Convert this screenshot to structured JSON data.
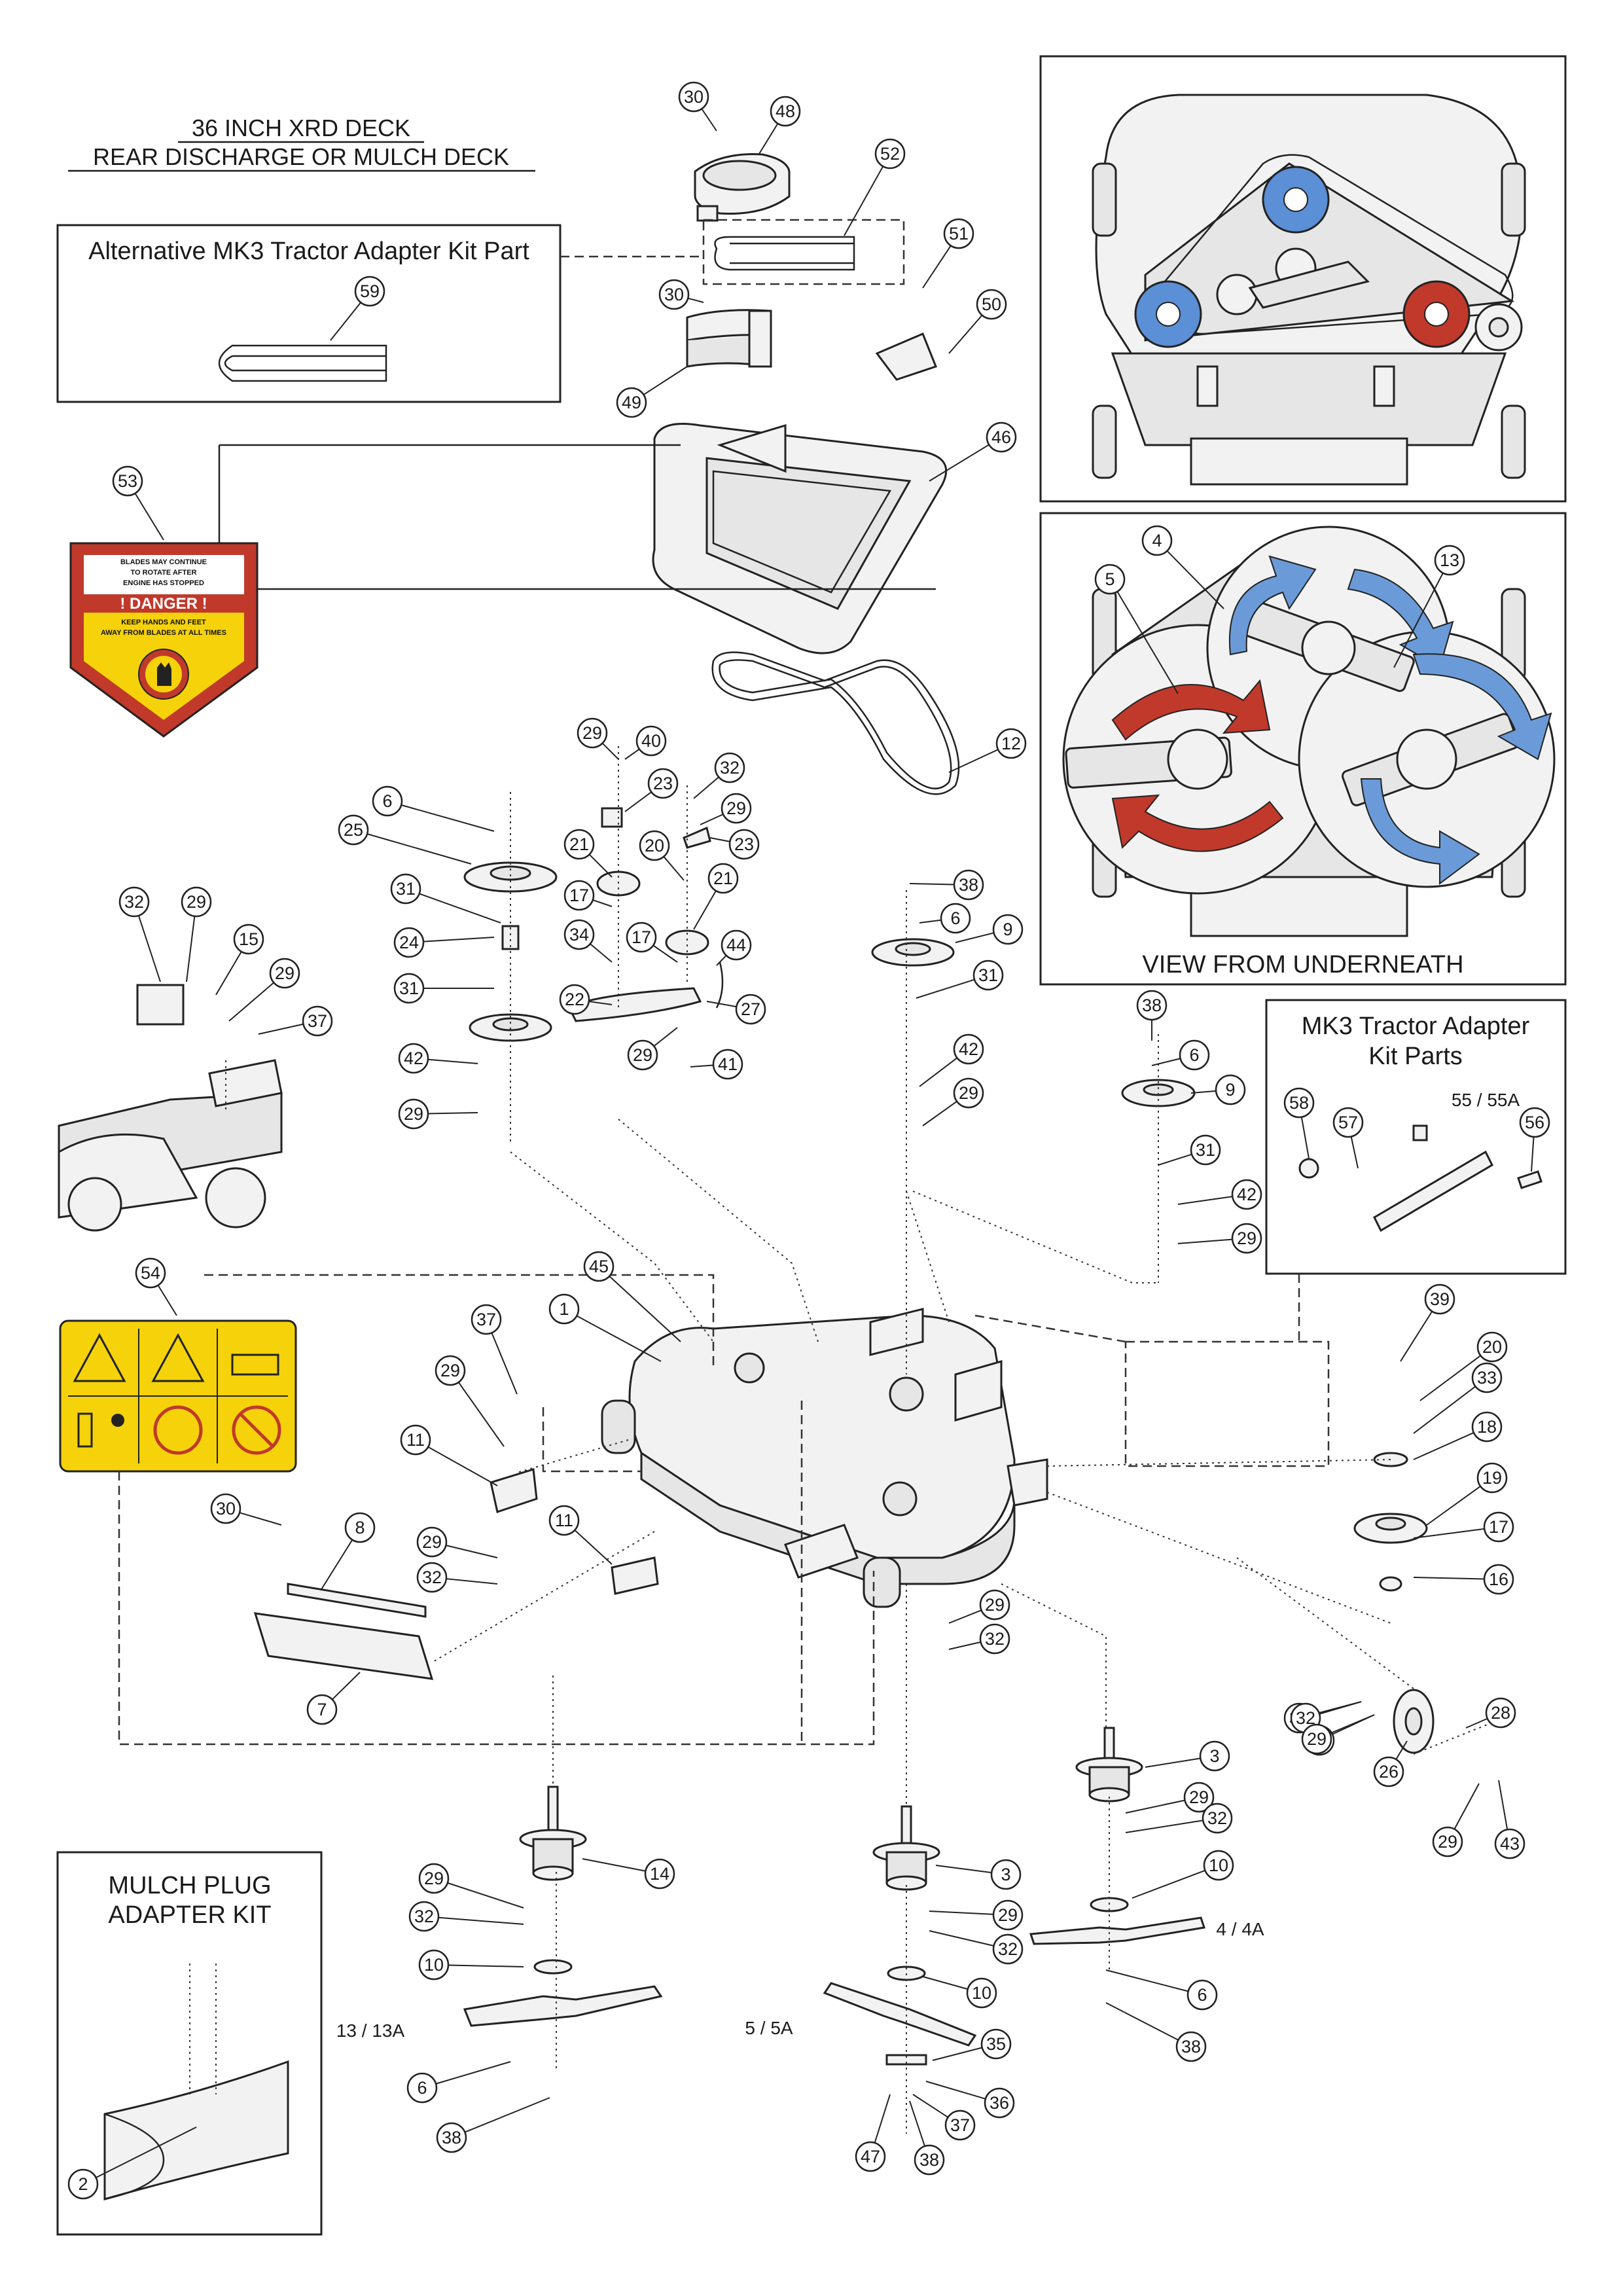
{
  "title": {
    "line1": "36 INCH XRD DECK",
    "line2": "REAR DISCHARGE OR MULCH DECK"
  },
  "boxes": {
    "alt_kit": "Alternative MK3 Tractor Adapter Kit Part",
    "view_underneath": "VIEW FROM UNDERNEATH",
    "mk3_line1": "MK3 Tractor Adapter",
    "mk3_line2": "Kit Parts",
    "mulch_line1": "MULCH PLUG",
    "mulch_line2": "ADAPTER KIT"
  },
  "danger_decal": {
    "line1": "BLADES MAY CONTINUE",
    "line2": "TO ROTATE AFTER",
    "line3": "ENGINE HAS STOPPED",
    "heading": "! DANGER !",
    "line4": "KEEP HANDS AND FEET",
    "line5": "AWAY FROM BLADES AT ALL TIMES"
  },
  "colors": {
    "pulley_blue": "#5b8fd6",
    "pulley_red": "#c0392b",
    "arrow_blue": "#6a9bd8",
    "arrow_red": "#c0392b",
    "decal_yellow": "#f5d20a",
    "decal_red": "#c0392b"
  },
  "plain_labels": {
    "blade_13": "13 / 13A",
    "blade_5": "5 / 5A",
    "blade_4": "4 / 4A",
    "bar_55": "55 / 55A"
  },
  "callouts": [
    {
      "id": "c30a",
      "num": "30"
    },
    {
      "id": "c48",
      "num": "48"
    },
    {
      "id": "c52",
      "num": "52"
    },
    {
      "id": "c51",
      "num": "51"
    },
    {
      "id": "c30b",
      "num": "30"
    },
    {
      "id": "c50",
      "num": "50"
    },
    {
      "id": "c49",
      "num": "49"
    },
    {
      "id": "c59",
      "num": "59"
    },
    {
      "id": "c46",
      "num": "46"
    },
    {
      "id": "c53",
      "num": "53"
    },
    {
      "id": "c12",
      "num": "12"
    },
    {
      "id": "c4",
      "num": "4"
    },
    {
      "id": "c5",
      "num": "5"
    },
    {
      "id": "c13",
      "num": "13"
    },
    {
      "id": "c29a",
      "num": "29"
    },
    {
      "id": "c40",
      "num": "40"
    },
    {
      "id": "c23a",
      "num": "23"
    },
    {
      "id": "c32a",
      "num": "32"
    },
    {
      "id": "c29b",
      "num": "29"
    },
    {
      "id": "c23b",
      "num": "23"
    },
    {
      "id": "c6a",
      "num": "6"
    },
    {
      "id": "c25",
      "num": "25"
    },
    {
      "id": "c21a",
      "num": "21"
    },
    {
      "id": "c20a",
      "num": "20"
    },
    {
      "id": "c21b",
      "num": "21"
    },
    {
      "id": "c31a",
      "num": "31"
    },
    {
      "id": "c17a",
      "num": "17"
    },
    {
      "id": "c24",
      "num": "24"
    },
    {
      "id": "c34",
      "num": "34"
    },
    {
      "id": "c17b",
      "num": "17"
    },
    {
      "id": "c44",
      "num": "44"
    },
    {
      "id": "c31b",
      "num": "31"
    },
    {
      "id": "c22",
      "num": "22"
    },
    {
      "id": "c27",
      "num": "27"
    },
    {
      "id": "c29c",
      "num": "29"
    },
    {
      "id": "c41",
      "num": "41"
    },
    {
      "id": "c42a",
      "num": "42"
    },
    {
      "id": "c29d",
      "num": "29"
    },
    {
      "id": "c32b",
      "num": "32"
    },
    {
      "id": "c29e",
      "num": "29"
    },
    {
      "id": "c15",
      "num": "15"
    },
    {
      "id": "c29f",
      "num": "29"
    },
    {
      "id": "c37a",
      "num": "37"
    },
    {
      "id": "c38a",
      "num": "38"
    },
    {
      "id": "c6b",
      "num": "6"
    },
    {
      "id": "c9a",
      "num": "9"
    },
    {
      "id": "c31c",
      "num": "31"
    },
    {
      "id": "c42b",
      "num": "42"
    },
    {
      "id": "c29g",
      "num": "29"
    },
    {
      "id": "c38b",
      "num": "38"
    },
    {
      "id": "c6c",
      "num": "6"
    },
    {
      "id": "c9b",
      "num": "9"
    },
    {
      "id": "c31d",
      "num": "31"
    },
    {
      "id": "c42c",
      "num": "42"
    },
    {
      "id": "c29h",
      "num": "29"
    },
    {
      "id": "c58",
      "num": "58"
    },
    {
      "id": "c57",
      "num": "57"
    },
    {
      "id": "c56",
      "num": "56"
    },
    {
      "id": "c54",
      "num": "54"
    },
    {
      "id": "c45",
      "num": "45"
    },
    {
      "id": "c1",
      "num": "1"
    },
    {
      "id": "c37b",
      "num": "37"
    },
    {
      "id": "c29i",
      "num": "29"
    },
    {
      "id": "c11a",
      "num": "11"
    },
    {
      "id": "c11b",
      "num": "11"
    },
    {
      "id": "c39",
      "num": "39"
    },
    {
      "id": "c20b",
      "num": "20"
    },
    {
      "id": "c33",
      "num": "33"
    },
    {
      "id": "c18",
      "num": "18"
    },
    {
      "id": "c19",
      "num": "19"
    },
    {
      "id": "c17c",
      "num": "17"
    },
    {
      "id": "c16",
      "num": "16"
    },
    {
      "id": "c30c",
      "num": "30"
    },
    {
      "id": "c8",
      "num": "8"
    },
    {
      "id": "c29j",
      "num": "29"
    },
    {
      "id": "c32c",
      "num": "32"
    },
    {
      "id": "c7",
      "num": "7"
    },
    {
      "id": "c29k",
      "num": "29"
    },
    {
      "id": "c32d",
      "num": "32"
    },
    {
      "id": "c28",
      "num": "28"
    },
    {
      "id": "c32e",
      "num": "32"
    },
    {
      "id": "c29l",
      "num": "29"
    },
    {
      "id": "c26",
      "num": "26"
    },
    {
      "id": "c29m",
      "num": "29"
    },
    {
      "id": "c43",
      "num": "43"
    },
    {
      "id": "c3a",
      "num": "3"
    },
    {
      "id": "c29n",
      "num": "29"
    },
    {
      "id": "c32f",
      "num": "32"
    },
    {
      "id": "c10a",
      "num": "10"
    },
    {
      "id": "c14",
      "num": "14"
    },
    {
      "id": "c29o",
      "num": "29"
    },
    {
      "id": "c32g",
      "num": "32"
    },
    {
      "id": "c10b",
      "num": "10"
    },
    {
      "id": "c6d",
      "num": "6"
    },
    {
      "id": "c38c",
      "num": "38"
    },
    {
      "id": "c3b",
      "num": "3"
    },
    {
      "id": "c29p",
      "num": "29"
    },
    {
      "id": "c32h",
      "num": "32"
    },
    {
      "id": "c10c",
      "num": "10"
    },
    {
      "id": "c35",
      "num": "35"
    },
    {
      "id": "c36",
      "num": "36"
    },
    {
      "id": "c37c",
      "num": "37"
    },
    {
      "id": "c47",
      "num": "47"
    },
    {
      "id": "c38d",
      "num": "38"
    },
    {
      "id": "c6e",
      "num": "6"
    },
    {
      "id": "c38e",
      "num": "38"
    },
    {
      "id": "c32i",
      "num": "32"
    },
    {
      "id": "c29q",
      "num": "29"
    },
    {
      "id": "c2",
      "num": "2"
    }
  ]
}
